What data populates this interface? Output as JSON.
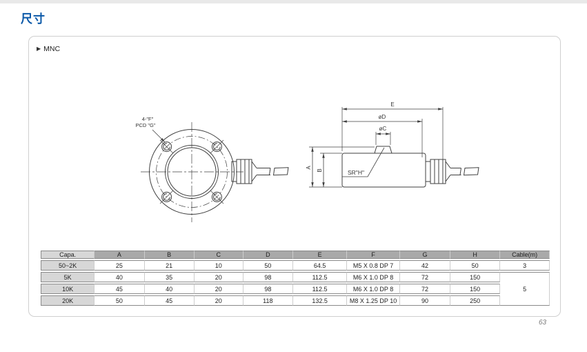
{
  "page": {
    "title": "尺寸",
    "section_label": "MNC",
    "page_number": "63"
  },
  "colors": {
    "title_blue": "#0a58a8",
    "top_strip": "#e9e9e9",
    "panel_border": "#cfcfcf",
    "table_header_bg": "#a9a9a9",
    "table_capa_bg": "#d7d7d7",
    "drawing_line": "#3f3f3f"
  },
  "drawing": {
    "front_view": {
      "bolt_note_line1": "4-\"F\"",
      "bolt_note_line2": "PCD \"G\""
    },
    "side_view": {
      "dim_e": "E",
      "dim_d": "øD",
      "dim_c": "øC",
      "dim_a": "A",
      "dim_b": "B",
      "sr_label": "SR\"H\""
    }
  },
  "table": {
    "headers": [
      "Capa.",
      "A",
      "B",
      "C",
      "D",
      "E",
      "F",
      "G",
      "H",
      "Cable(m)"
    ],
    "rows": [
      [
        "50~2K",
        "25",
        "21",
        "10",
        "50",
        "64.5",
        "M5 X 0.8 DP 7",
        "42",
        "50",
        "3"
      ],
      [
        "5K",
        "40",
        "35",
        "20",
        "98",
        "112.5",
        "M6 X 1.0 DP 8",
        "72",
        "150",
        "5"
      ],
      [
        "10K",
        "45",
        "40",
        "20",
        "98",
        "112.5",
        "M6 X 1.0 DP 8",
        "72",
        "150"
      ],
      [
        "20K",
        "50",
        "45",
        "20",
        "118",
        "132.5",
        "M8 X 1.25 DP 10",
        "90",
        "250"
      ]
    ]
  }
}
